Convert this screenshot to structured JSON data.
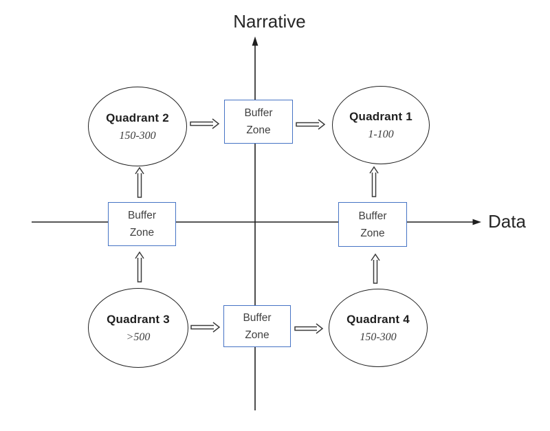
{
  "axes": {
    "vertical_label": "Narrative",
    "horizontal_label": "Data"
  },
  "quadrants": [
    {
      "title": "Quadrant 1",
      "range": "1-100"
    },
    {
      "title": "Quadrant 2",
      "range": "150-300"
    },
    {
      "title": "Quadrant 3",
      "range": ">500"
    },
    {
      "title": "Quadrant 4",
      "range": "150-300"
    }
  ],
  "buffer_zones": [
    {
      "position": "top-center",
      "label": "Buffer Zone"
    },
    {
      "position": "left",
      "label": "Buffer Zone"
    },
    {
      "position": "right",
      "label": "Buffer Zone"
    },
    {
      "position": "bottom-center",
      "label": "Buffer Zone"
    }
  ],
  "colors": {
    "buffer_box_border": "#4472c4",
    "node_border": "#1f1f1f",
    "axis_line": "#1f1f1f",
    "arrow": "#3a3a3a",
    "text": "#3f3f3f"
  }
}
